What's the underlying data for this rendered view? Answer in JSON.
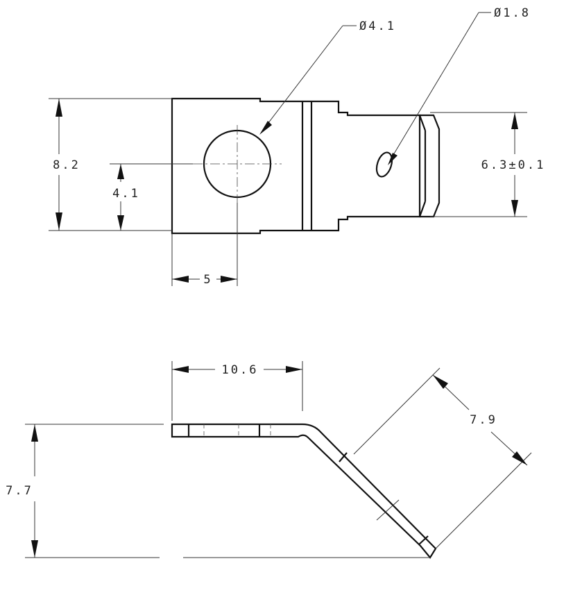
{
  "drawing": {
    "top_view": {
      "dims": {
        "hole_diameter": "Ø4.1",
        "small_hole_diameter": "Ø1.8",
        "overall_height": "8.2",
        "hole_center_height": "4.1",
        "tab_width": "6.3±0.1",
        "hole_offset": "5"
      }
    },
    "side_view": {
      "dims": {
        "flat_length": "10.6",
        "total_height": "7.7",
        "bent_length": "7.9"
      }
    }
  }
}
